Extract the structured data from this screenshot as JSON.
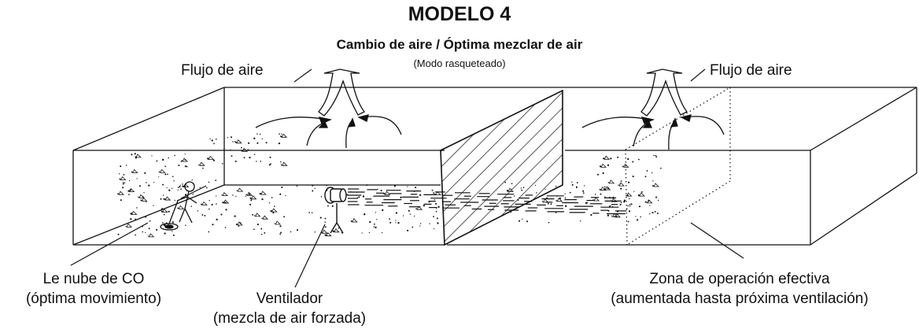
{
  "header": {
    "title": "MODELO 4",
    "subtitle": "Cambio de aire / Óptima mezclar de air",
    "mode": "(Modo rasqueteado)"
  },
  "labels": {
    "airflow_left": "Flujo de aire",
    "airflow_right": "Flujo de aire",
    "co_cloud_line1": "Le nube de CO",
    "co_cloud_line2": "(óptima  movimiento)",
    "fan_line1": "Ventilador",
    "fan_line2": "(mezcla de air forzada)",
    "zone_line1": "Zona de operación efectiva",
    "zone_line2": "(aumentada hasta próxima ventilación)"
  },
  "colors": {
    "line": "#111111",
    "background": "#ffffff"
  }
}
